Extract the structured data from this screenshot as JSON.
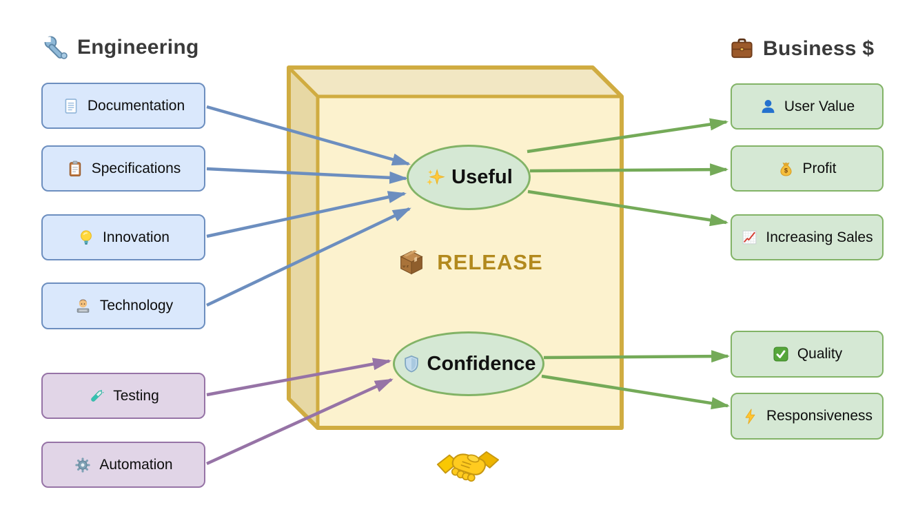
{
  "diagram": {
    "title_left": {
      "icon": "wrench-icon",
      "label": "Engineering"
    },
    "title_right": {
      "icon": "briefcase-icon",
      "label": "Business $"
    },
    "engineering_inputs": [
      {
        "icon": "memo-icon",
        "label": "Documentation",
        "feeds": "Useful"
      },
      {
        "icon": "clipboard-icon",
        "label": "Specifications",
        "feeds": "Useful"
      },
      {
        "icon": "light-bulb-icon",
        "label": "Innovation",
        "feeds": "Useful"
      },
      {
        "icon": "technologist-icon",
        "label": "Technology",
        "feeds": "Useful"
      },
      {
        "icon": "test-tube-icon",
        "label": "Testing",
        "feeds": "Confidence"
      },
      {
        "icon": "gear-icon",
        "label": "Automation",
        "feeds": "Confidence"
      }
    ],
    "release_box": {
      "icon": "package-icon",
      "label": "RELEASE",
      "hubs": [
        {
          "icon": "sparkles-icon",
          "label": "Useful"
        },
        {
          "icon": "shield-icon",
          "label": "Confidence"
        }
      ]
    },
    "business_outputs": [
      {
        "icon": "bust-icon",
        "label": "User Value",
        "fed_by": "Useful"
      },
      {
        "icon": "money-bag-icon",
        "label": "Profit",
        "fed_by": "Useful"
      },
      {
        "icon": "chart-increasing-icon",
        "label": "Increasing Sales",
        "fed_by": "Useful"
      },
      {
        "icon": "check-mark-icon",
        "label": "Quality",
        "fed_by": "Confidence"
      },
      {
        "icon": "high-voltage-icon",
        "label": "Responsiveness",
        "fed_by": "Confidence"
      }
    ],
    "footer": {
      "icon": "handshake-icon"
    },
    "connections": [
      {
        "from": "Documentation",
        "to": "Useful",
        "color": "#6c8ebf"
      },
      {
        "from": "Specifications",
        "to": "Useful",
        "color": "#6c8ebf"
      },
      {
        "from": "Innovation",
        "to": "Useful",
        "color": "#6c8ebf"
      },
      {
        "from": "Technology",
        "to": "Useful",
        "color": "#6c8ebf"
      },
      {
        "from": "Testing",
        "to": "Confidence",
        "color": "#9673a6"
      },
      {
        "from": "Automation",
        "to": "Confidence",
        "color": "#9673a6"
      },
      {
        "from": "Useful",
        "to": "User Value",
        "color": "#74aa58"
      },
      {
        "from": "Useful",
        "to": "Profit",
        "color": "#74aa58"
      },
      {
        "from": "Useful",
        "to": "Increasing Sales",
        "color": "#74aa58"
      },
      {
        "from": "Confidence",
        "to": "Quality",
        "color": "#74aa58"
      },
      {
        "from": "Confidence",
        "to": "Responsiveness",
        "color": "#74aa58"
      }
    ],
    "colors": {
      "engineering_fill": "#dae8fc",
      "engineering_stroke": "#6c8ebf",
      "testing_fill": "#e1d5e7",
      "testing_stroke": "#9673a6",
      "business_fill": "#d5e8d4",
      "business_stroke": "#82b366",
      "cube_front": "#fcf2ce",
      "cube_top": "#f2e7c3",
      "cube_side": "#e7d8a4",
      "cube_stroke": "#d0ac41",
      "release_text": "#b2891d",
      "arrow_blue": "#6c8ebf",
      "arrow_purple": "#9673a6",
      "arrow_green": "#74aa58",
      "header_text": "#3a3a3a"
    }
  }
}
